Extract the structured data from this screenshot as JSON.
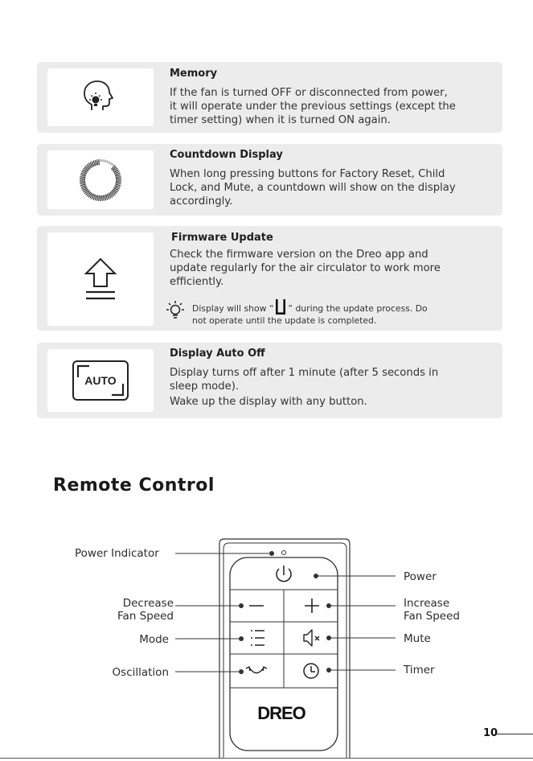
{
  "features": [
    {
      "title": "Memory",
      "icon": "head-with-bulb-icon",
      "lines": [
        "If the fan is turned OFF or disconnected from power,",
        "it will operate under the previous settings (except the",
        "timer setting) when it is turned ON again."
      ]
    },
    {
      "title": "Countdown Display",
      "icon": "countdown-ring-icon",
      "lines": [
        "When long pressing buttons for Factory Reset, Child",
        "Lock, and Mute, a countdown will show on the display",
        "accordingly."
      ]
    },
    {
      "title": "Firmware Update",
      "icon": "update-arrow-icon",
      "lines": [
        "Check the firmware version on the Dreo app and",
        "update regularly for the air circulator to work more",
        "efficiently."
      ],
      "tip": {
        "icon": "lightbulb-tip-icon",
        "before": "Display will show “",
        "after": "” during the update process. Do",
        "line2": "not operate until the update is completed."
      }
    },
    {
      "title": "Display Auto Off",
      "icon": "auto-display-icon",
      "icon_text": "AUTO",
      "lines": [
        "Display turns off after 1 minute (after 5 seconds in",
        "sleep mode).",
        "Wake up the display with any button."
      ]
    }
  ],
  "remote": {
    "title": "Remote Control",
    "logo": "DREO",
    "labels": {
      "power_indicator": "Power Indicator",
      "decrease": "Decrease\nFan Speed",
      "mode": "Mode",
      "oscillation": "Oscillation",
      "power": "Power",
      "increase": "Increase\nFan Speed",
      "mute": "Mute",
      "timer": "Timer"
    }
  },
  "page_number": "10"
}
